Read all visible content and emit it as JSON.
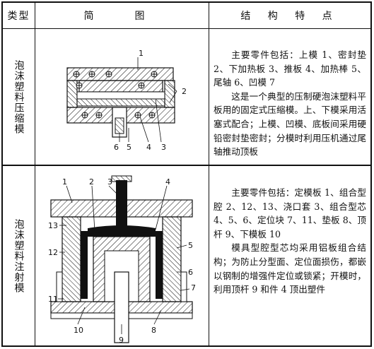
{
  "table": {
    "headers": {
      "type": "类型",
      "diagram": "简　图",
      "features": "结 构 特 点"
    },
    "rows": [
      {
        "type": "泡沫塑料压缩模",
        "callouts": [
          "1",
          "2",
          "6",
          "5",
          "4",
          "3"
        ],
        "para1": "主要零件包括：上模 1、密封垫 2、下加热板 3、推板 4、加热棒 5、尾轴 6、凹模 7",
        "para2": "这是一个典型的压制硬泡沫塑料平板用的固定式压缩模。上、下模采用活塞式配合；上模、凹模、底板间采用硬铅密封垫密封；分模时利用压机通过尾轴推动顶板"
      },
      {
        "type": "泡沫塑料注射模",
        "callouts": [
          "1",
          "2",
          "3",
          "4",
          "13",
          "5",
          "12",
          "6",
          "11",
          "7",
          "10",
          "9",
          "8"
        ],
        "para1": "主要零件包括：定模板 1、组合型腔 2、12、13、浇口套 3、组合型芯 4、5、6、定位块 7、11、垫板 8、顶杆 9、下模板 10",
        "para2": "模具型腔型芯均采用铝板组合结构；为防止分型面、定位面损伤，都嵌以钢制的增强件定位或锁紧；开模时，利用顶杆 9 和件 4 顶出塑件"
      }
    ]
  }
}
